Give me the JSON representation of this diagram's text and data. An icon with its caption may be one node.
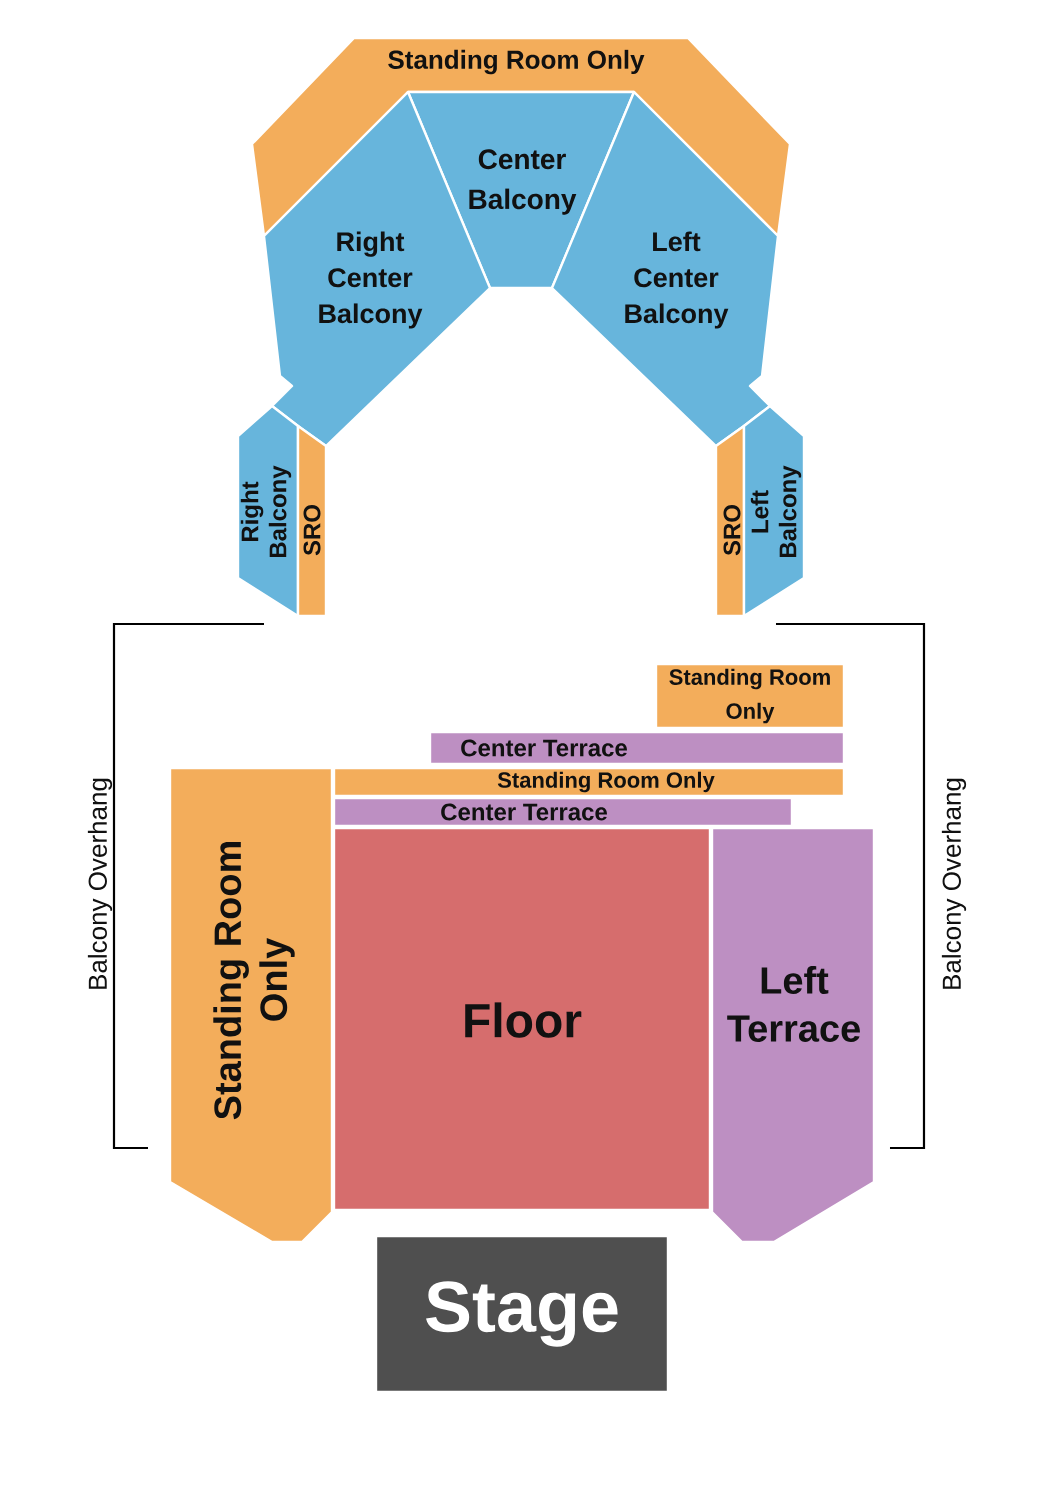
{
  "diagram": {
    "nodes": [
      {
        "text": [
          "Standing Room Only"
        ]
      },
      {
        "text": [
          "Center Balcony"
        ]
      },
      {
        "text": [
          "Right Center Balcony"
        ]
      },
      {
        "text": [
          "Left Center Balcony"
        ]
      },
      {
        "text": [
          "Right Balcony"
        ]
      },
      {
        "text": [
          "SRO"
        ]
      },
      {
        "text": [
          "SRO"
        ]
      },
      {
        "text": [
          "Left Balcony"
        ]
      },
      {
        "text": [
          "Standing Room Only"
        ]
      },
      {
        "text": [
          "Center Terrace"
        ]
      },
      {
        "text": [
          "Standing Room Only"
        ]
      },
      {
        "text": [
          "Center Terrace"
        ]
      },
      {
        "text": [
          "Standing Room Only"
        ]
      },
      {
        "text": [
          "Floor"
        ]
      },
      {
        "text": [
          "Left Terrace"
        ]
      },
      {
        "text": [
          "Stage"
        ]
      }
    ],
    "labels": [
      "Balcony Overhang",
      "Balcony Overhang"
    ]
  }
}
